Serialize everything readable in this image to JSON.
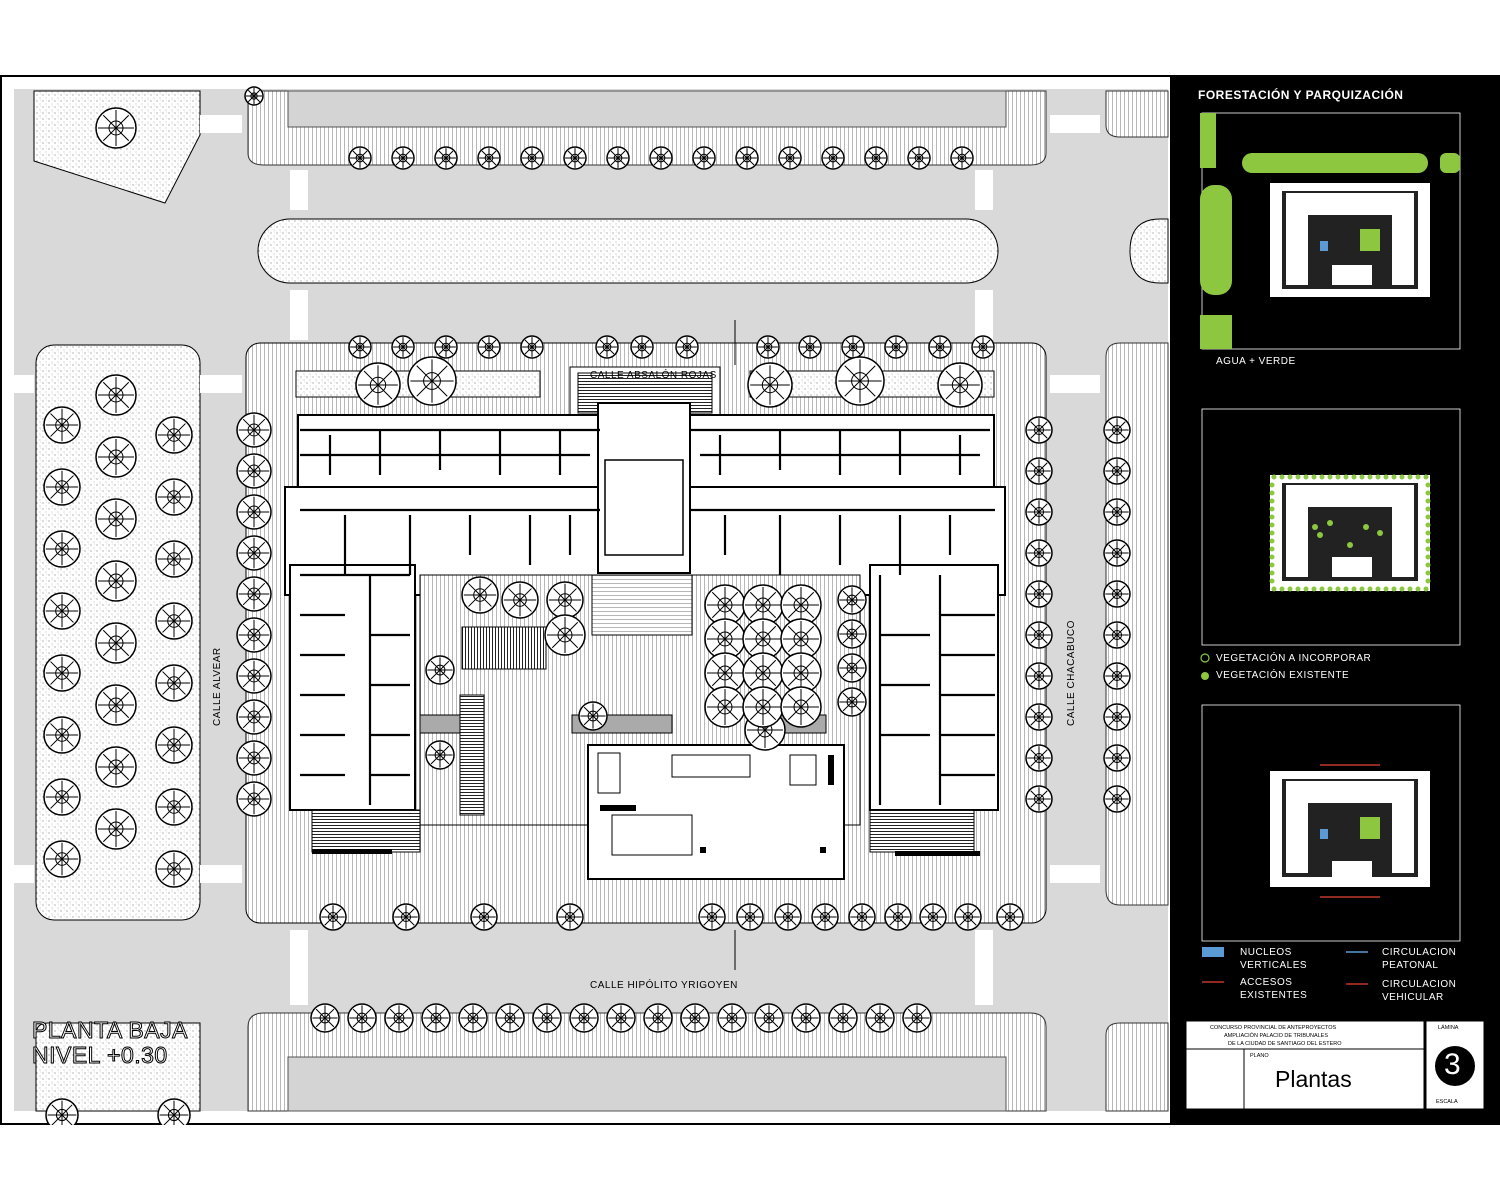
{
  "plan": {
    "title_line1": "PLANTA BAJA",
    "title_line2": "NIVEL +0.30",
    "streets": {
      "north": "CALLE ABSALÓN ROJAS",
      "south": "CALLE HIPÓLITO YRIGOYEN",
      "west": "CALLE ALVEAR",
      "east": "CALLE CHACABUCO"
    }
  },
  "panel": {
    "title": "FORESTACIÓN Y PARQUIZACIÓN",
    "diagram1_caption": "AGUA + VERDE",
    "legend_veg_new": "VEGETACIÓN A INCORPORAR",
    "legend_veg_existing": "VEGETACIÓN EXISTENTE",
    "legend": {
      "nucleos": [
        "NUCLEOS",
        "VERTICALES"
      ],
      "circ_peatonal": [
        "CIRCULACION",
        "PEATONAL"
      ],
      "accesos": [
        "ACCESOS",
        "EXISTENTES"
      ],
      "circ_vehicular": [
        "CIRCULACION",
        "VEHICULAR"
      ]
    },
    "colors": {
      "green": "#8dc63f",
      "blue": "#5b9bd5",
      "red": "#c0392b",
      "panel_bg": "#000000"
    }
  },
  "title_block": {
    "line1": "CONCURSO PROVINCIAL DE ANTEPROYECTOS",
    "line2": "AMPLIACIÓN PALACIO DE TRIBUNALES",
    "line3": "DE LA CIUDAD DE SANTIAGO DEL ESTERO",
    "plano_label": "PLANO",
    "plano_name": "Plantas",
    "lamina_label": "LÁMINA",
    "sheet_number": "3",
    "escala_label": "ESCALA"
  }
}
